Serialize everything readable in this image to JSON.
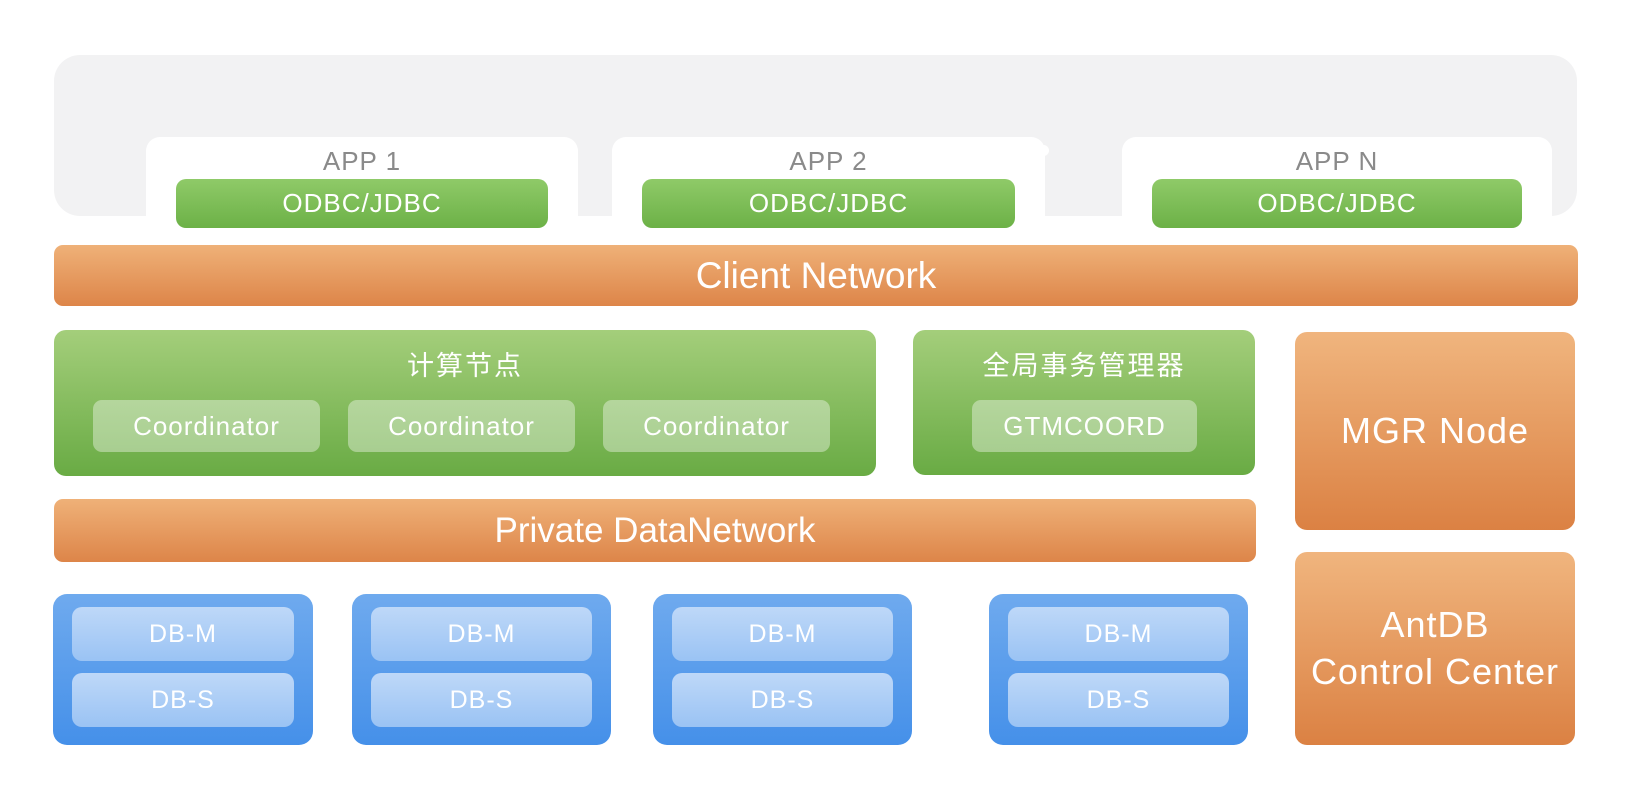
{
  "app_layer": {
    "apps": [
      {
        "name": "APP 1",
        "connector": "ODBC/JDBC"
      },
      {
        "name": "APP 2",
        "connector": "ODBC/JDBC"
      },
      {
        "name": "APP N",
        "connector": "ODBC/JDBC"
      }
    ]
  },
  "client_network": {
    "label": "Client Network"
  },
  "compute": {
    "title": "计算节点",
    "coordinators": [
      "Coordinator",
      "Coordinator",
      "Coordinator"
    ]
  },
  "gtm": {
    "title": "全局事务管理器",
    "node": "GTMCOORD"
  },
  "mgr": {
    "label": "MGR Node"
  },
  "private_network": {
    "label": "Private DataNetwork"
  },
  "data_nodes": [
    {
      "master": "DB-M",
      "standby": "DB-S"
    },
    {
      "master": "DB-M",
      "standby": "DB-S"
    },
    {
      "master": "DB-M",
      "standby": "DB-S"
    },
    {
      "master": "DB-M",
      "standby": "DB-S"
    }
  ],
  "control_center": {
    "line1": "AntDB",
    "line2": "Control Center"
  },
  "colors": {
    "panel_gray": "#f2f2f3",
    "orange_top": "#efb178",
    "orange_bottom": "#dd8549",
    "green_top": "#a4ce7b",
    "green_bottom": "#69ab44",
    "green_button": "#7dbe57",
    "blue_top": "#6faaee",
    "blue_bottom": "#4590e9",
    "text_white": "#ffffff",
    "text_gray": "#8a8a8a"
  }
}
